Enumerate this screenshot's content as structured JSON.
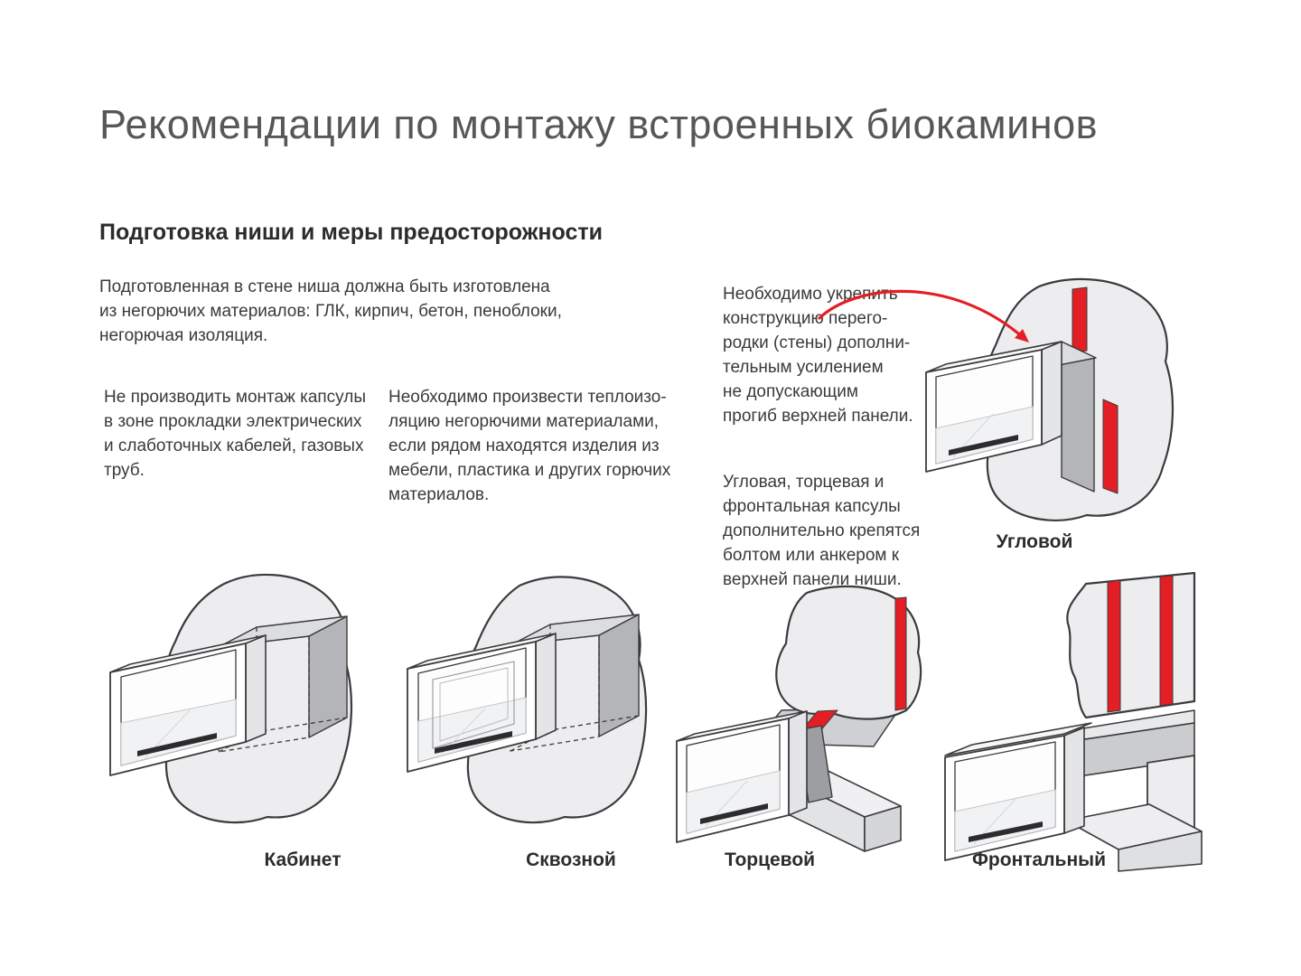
{
  "page": {
    "title": "Рекомендации по монтажу встроенных биокаминов",
    "section_heading": "Подготовка ниши и меры предосторожности"
  },
  "paragraphs": {
    "intro": "Подготовленная в стене ниша должна быть изготовлена\nиз негорючих материалов: ГЛК, кирпич, бетон, пеноблоки,\nнегорючая изоляция.",
    "warning_cables": "Не производить монтаж капсулы\nв зоне прокладки электрических\nи слаботочных кабелей, газовых\nтруб.",
    "insulation": "Необходимо произвести теплоизо-\nляцию негорючими материалами,\nесли рядом находятся изделия из\nмебели, пластика и других горючих\nматериалов.",
    "reinforce": "Необходимо укрепить\nконструкцию перего-\nродки (стены) дополни-\nтельным усилением\nне допускающим\nпрогиб верхней панели.",
    "fastening": "Угловая, торцевая и\nфронтальная капсулы\nдополнительно крепятся\nболтом или анкером к\nверхней панели ниши."
  },
  "diagrams": {
    "corner": {
      "label": "Угловой"
    },
    "cabinet": {
      "label": "Кабинет"
    },
    "through": {
      "label": "Сквозной"
    },
    "end": {
      "label": "Торцевой"
    },
    "frontal": {
      "label": "Фронтальный"
    }
  },
  "colors": {
    "accent_red": "#e31e24",
    "title_gray": "#57575a",
    "text": "#3a3a3c",
    "wall_fill": "#ededef",
    "panel_dark": "#b3b5b8",
    "line": "#3b3b3d"
  }
}
